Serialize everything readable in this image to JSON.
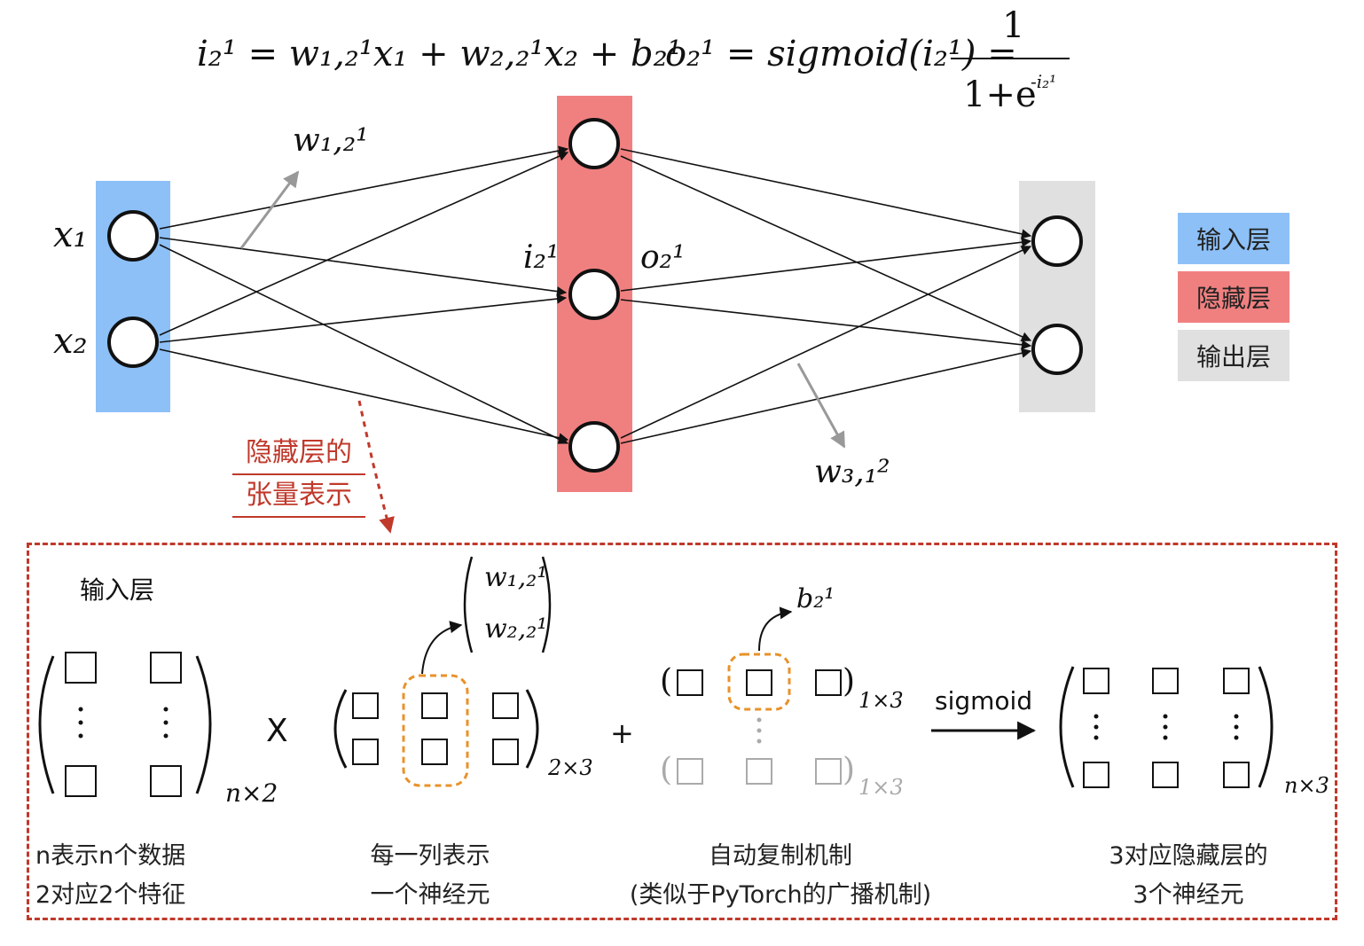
{
  "formulas": {
    "hidden_input": "i₂¹ = w₁,₂¹x₁ + w₂,₂¹x₂ + b₂¹",
    "hidden_output_left": "o₂¹ = sigmoid(i₂¹) =",
    "hidden_output_num": "1",
    "hidden_output_den": "1+e",
    "hidden_output_exp": "-i₂¹"
  },
  "labels": {
    "w12": "w₁,₂¹",
    "w31": "w₃,₁²",
    "x1": "x₁",
    "x2": "x₂",
    "i2": "i₂¹",
    "o2": "o₂¹"
  },
  "legend": {
    "input": "输入层",
    "hidden": "隐藏层",
    "output": "输出层"
  },
  "colors": {
    "input_layer": "#8dc0f7",
    "hidden_layer": "#f08080",
    "output_layer": "#e0e0e0",
    "note_red": "#c0392b",
    "highlight_orange": "#e8922a"
  },
  "annotation": {
    "line1": "隐藏层的",
    "line2": "张量表示"
  },
  "tensor": {
    "input_title": "输入层",
    "times": "X",
    "plus": "+",
    "sigmoid": "sigmoid",
    "dim_input": "n×2",
    "dim_weight": "2×3",
    "dim_bias": "1×3",
    "dim_bias2": "1×3",
    "dim_output": "n×3",
    "weight_col_top": "w₁,₂¹",
    "weight_col_bottom": "w₂,₂¹",
    "bias_label": "b₂¹"
  },
  "notes": {
    "input_1": "n表示n个数据",
    "input_2": "2对应2个特征",
    "weight_1": "每一列表示",
    "weight_2": "一个神经元",
    "bias_1": "自动复制机制",
    "bias_2": "(类似于PyTorch的广播机制)",
    "output_1": "3对应隐藏层的",
    "output_2": "3个神经元"
  }
}
